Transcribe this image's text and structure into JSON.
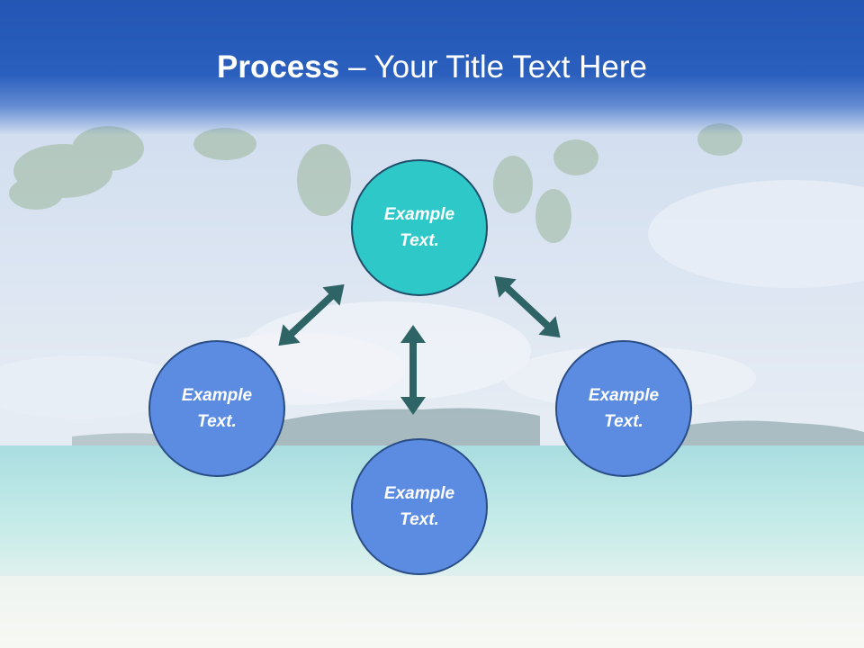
{
  "slide": {
    "title_bold": "Process",
    "title_rest": " – Your Title Text Here"
  },
  "nodes": [
    {
      "id": "top",
      "line1": "Example",
      "line2": "Text.",
      "color": "#2ec8c9"
    },
    {
      "id": "left",
      "line1": "Example",
      "line2": "Text.",
      "color": "#5b8ce2"
    },
    {
      "id": "right",
      "line1": "Example",
      "line2": "Text.",
      "color": "#5b8ce2"
    },
    {
      "id": "bottom",
      "line1": "Example",
      "line2": "Text.",
      "color": "#5b8ce2"
    }
  ],
  "colors": {
    "title_band": "#2456b4",
    "arrow": "#2f6467",
    "teal_node": "#2ec8c9",
    "blue_node": "#5b8ce2"
  }
}
